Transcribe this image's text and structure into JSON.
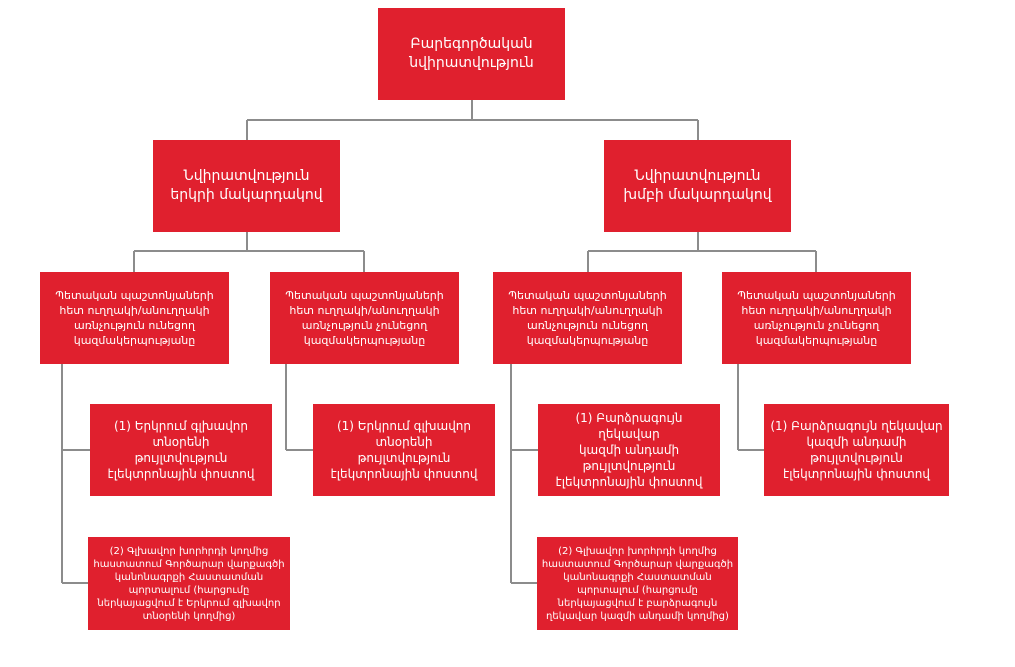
{
  "diagram": {
    "root": "Բարեգործական\nնվիրատվություն",
    "country": {
      "title": "Նվիրատվություն\nերկրի մակարդակով",
      "related": {
        "title": "Պետական պաշտոնյաների\nհետ ուղղակի/անուղղակի\nառնչություն ունեցող\nկազմակերպությանը",
        "step1": "(1) Երկրում  գլխավոր\nտնօրենի\nթույլտվություն\nէլեկտրոնային փոստով",
        "step2": "(2) Գլխավոր խորհրդի կողմից\nհաստատում Գործարար վարքագծի\nկանոնագրքի Հաստատման\nպորտալում (հարցումը\nներկայացվում է Երկրում գլխավոր\nտնօրենի կողմից)"
      },
      "unrelated": {
        "title": "Պետական պաշտոնյաների\nհետ ուղղակի/անուղղակի\nառնչություն չունեցող\nկազմակերպությանը",
        "step1": "(1) Երկրում  գլխավոր\nտնօրենի\nթույլտվություն\nէլեկտրոնային փոստով"
      }
    },
    "group": {
      "title": "Նվիրատվություն\nխմբի մակարդակով",
      "related": {
        "title": "Պետական պաշտոնյաների\nհետ ուղղակի/անուղղակի\nառնչություն ունեցող\nկազմակերպությանը",
        "step1": "(1) Բարձրագույն ղեկավար\nկազմի  անդամի\nթույլտվություն\nէլեկտրոնային փոստով",
        "step2": "(2) Գլխավոր խորհրդի կողմից\nհաստատում Գործարար վարքագծի\nկանոնագրքի Հաստատման\nպորտալում (հարցումը\nներկայացվում է բարձրագույն\nղեկավար կազմի անդամի կողմից)"
      },
      "unrelated": {
        "title": "Պետական պաշտոնյաների\nհետ ուղղակի/անուղղակի\nառնչություն չունեցող\nկազմակերպությանը",
        "step1": "(1) Բարձրագույն ղեկավար\nկազմի  անդամի\nթույլտվություն\nէլեկտրոնային փոստով"
      }
    },
    "colors": {
      "box": "#e0202e",
      "text": "#ffffff",
      "connector": "#8c8c8c"
    }
  }
}
